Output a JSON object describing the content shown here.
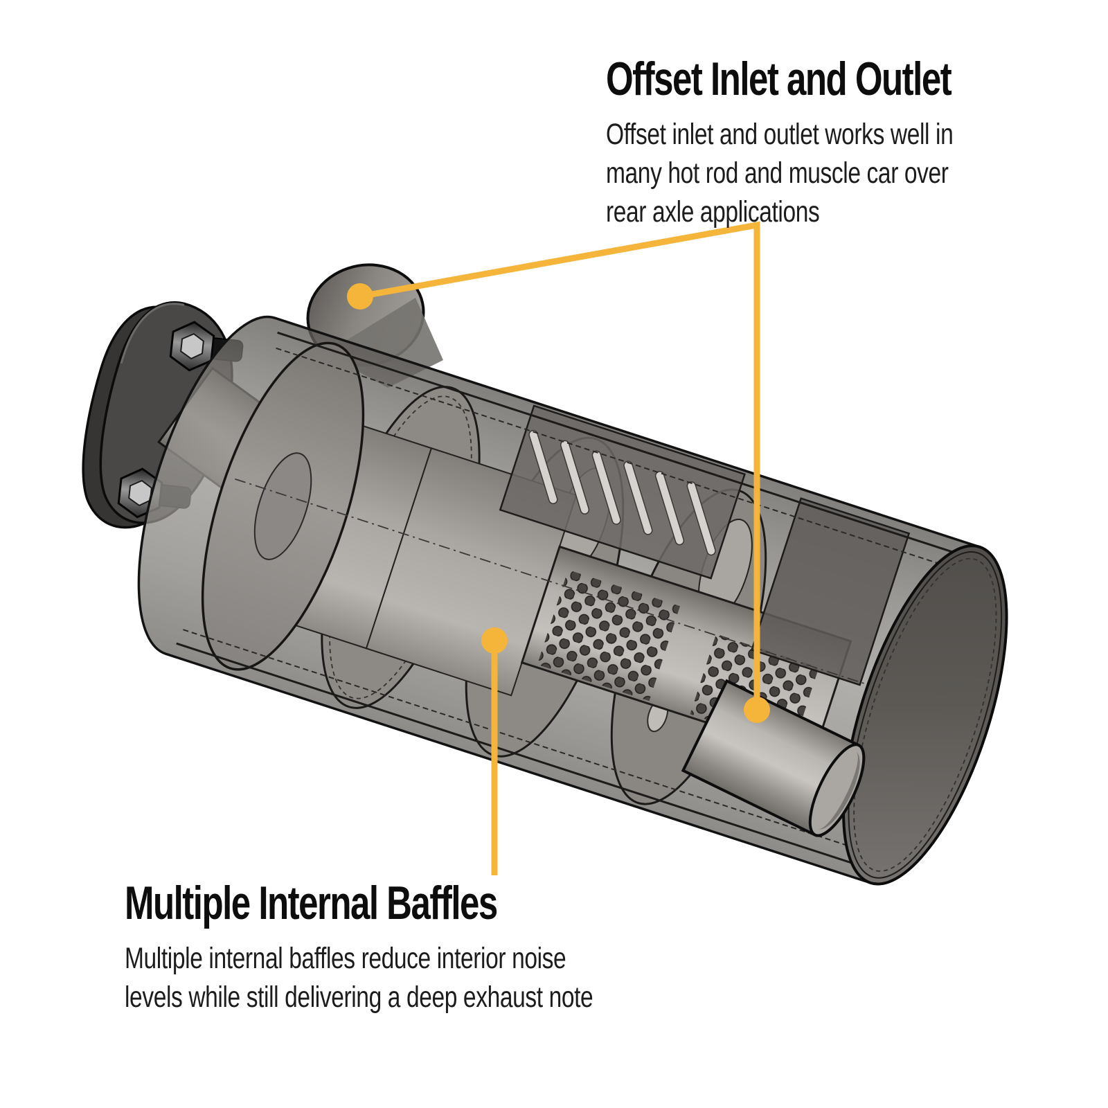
{
  "figure": {
    "type": "product-feature-diagram",
    "subject": "Performance muffler cutaway with transparent case showing internal construction"
  },
  "colors": {
    "background": "#ffffff",
    "accent": "#F5B53A",
    "heading_text": "#0d0d0d",
    "body_text": "#1c1c1c",
    "outline": "#121212",
    "case_gray": "#8f8c88",
    "end_cap_dark": "#57544f",
    "tube_light": "#b3b0ac",
    "flange_dark": "#4a4846"
  },
  "annotations": {
    "offset_inlet_outlet": {
      "title": "Offset Inlet and Outlet",
      "lines": [
        "Offset inlet and outlet works well in",
        "many hot rod and muscle car over",
        "rear axle applications"
      ]
    },
    "multiple_internal_baffles": {
      "title": "Multiple Internal Baffles",
      "lines": [
        "Multiple internal baffles reduce interior noise",
        "levels while still delivering a deep exhaust note"
      ]
    }
  }
}
